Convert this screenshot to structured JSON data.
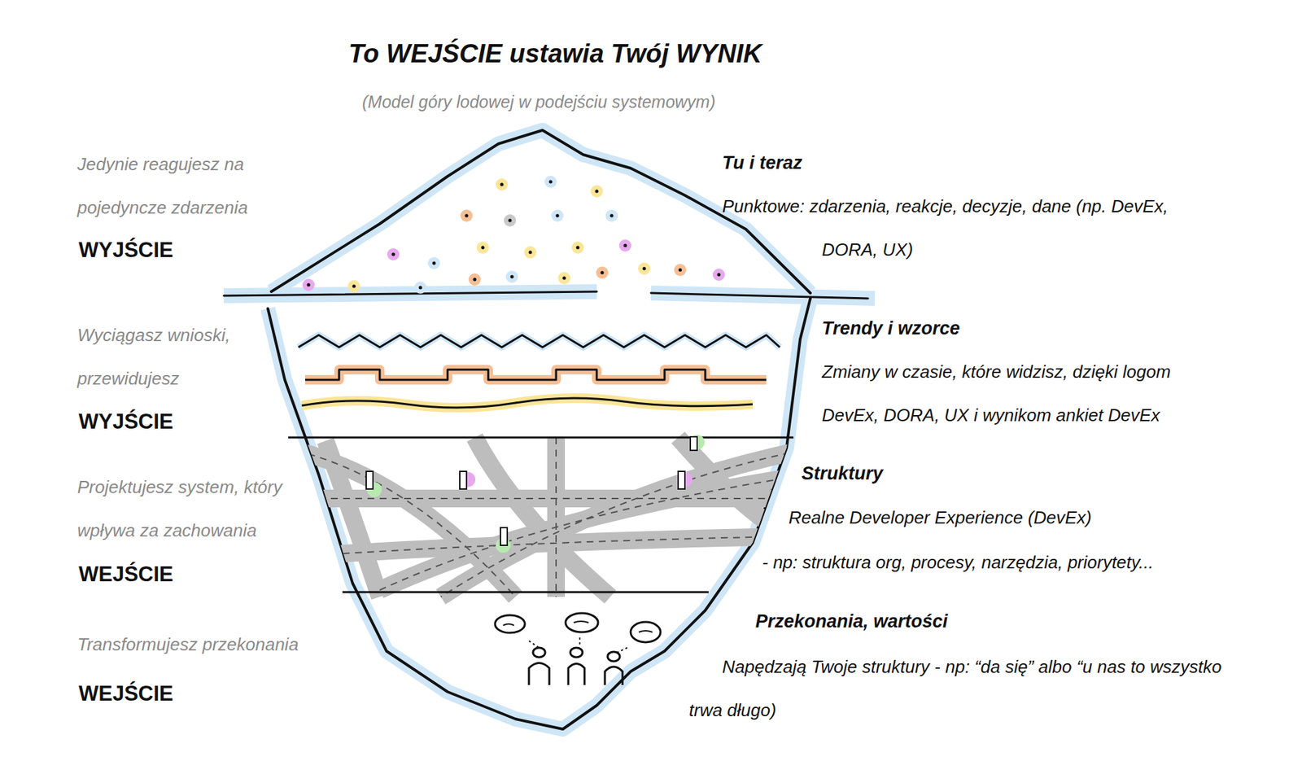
{
  "diagram": {
    "title": "To WEJŚCIE ustawia Twój WYNIK",
    "caption": "(Model góry lodowej w podejściu systemowym)",
    "labels": [
      "Jedynie reagujesz na pojedyncze zdarzenia",
      "WYJŚCIE",
      "Wyciągasz wnioski, przewidujesz",
      "WYJŚCIE",
      "Projektujesz system, który wpływa za zachowania",
      "WEJŚCIE",
      "Transformujesz przekonania",
      "WEJŚCIE",
      "Tu i teraz",
      "Punktowe: zdarzenia, reakcje, decyzje, dane (np. DevEx, DORA, UX)",
      "Trendy i wzorce",
      "Zmiany w czasie, które widzisz, dzięki logom DevEx, DORA, UX i wynikom ankiet DevEx",
      "Struktury",
      "Realne Developer Experience (DevEx)",
      "- np: struktura org, procesy, narzędzia, priorytety...",
      "Przekonania, wartości",
      "Napędzają Twoje struktury - np: “da się” albo “u nas to wszystko trwa długo)"
    ]
  }
}
